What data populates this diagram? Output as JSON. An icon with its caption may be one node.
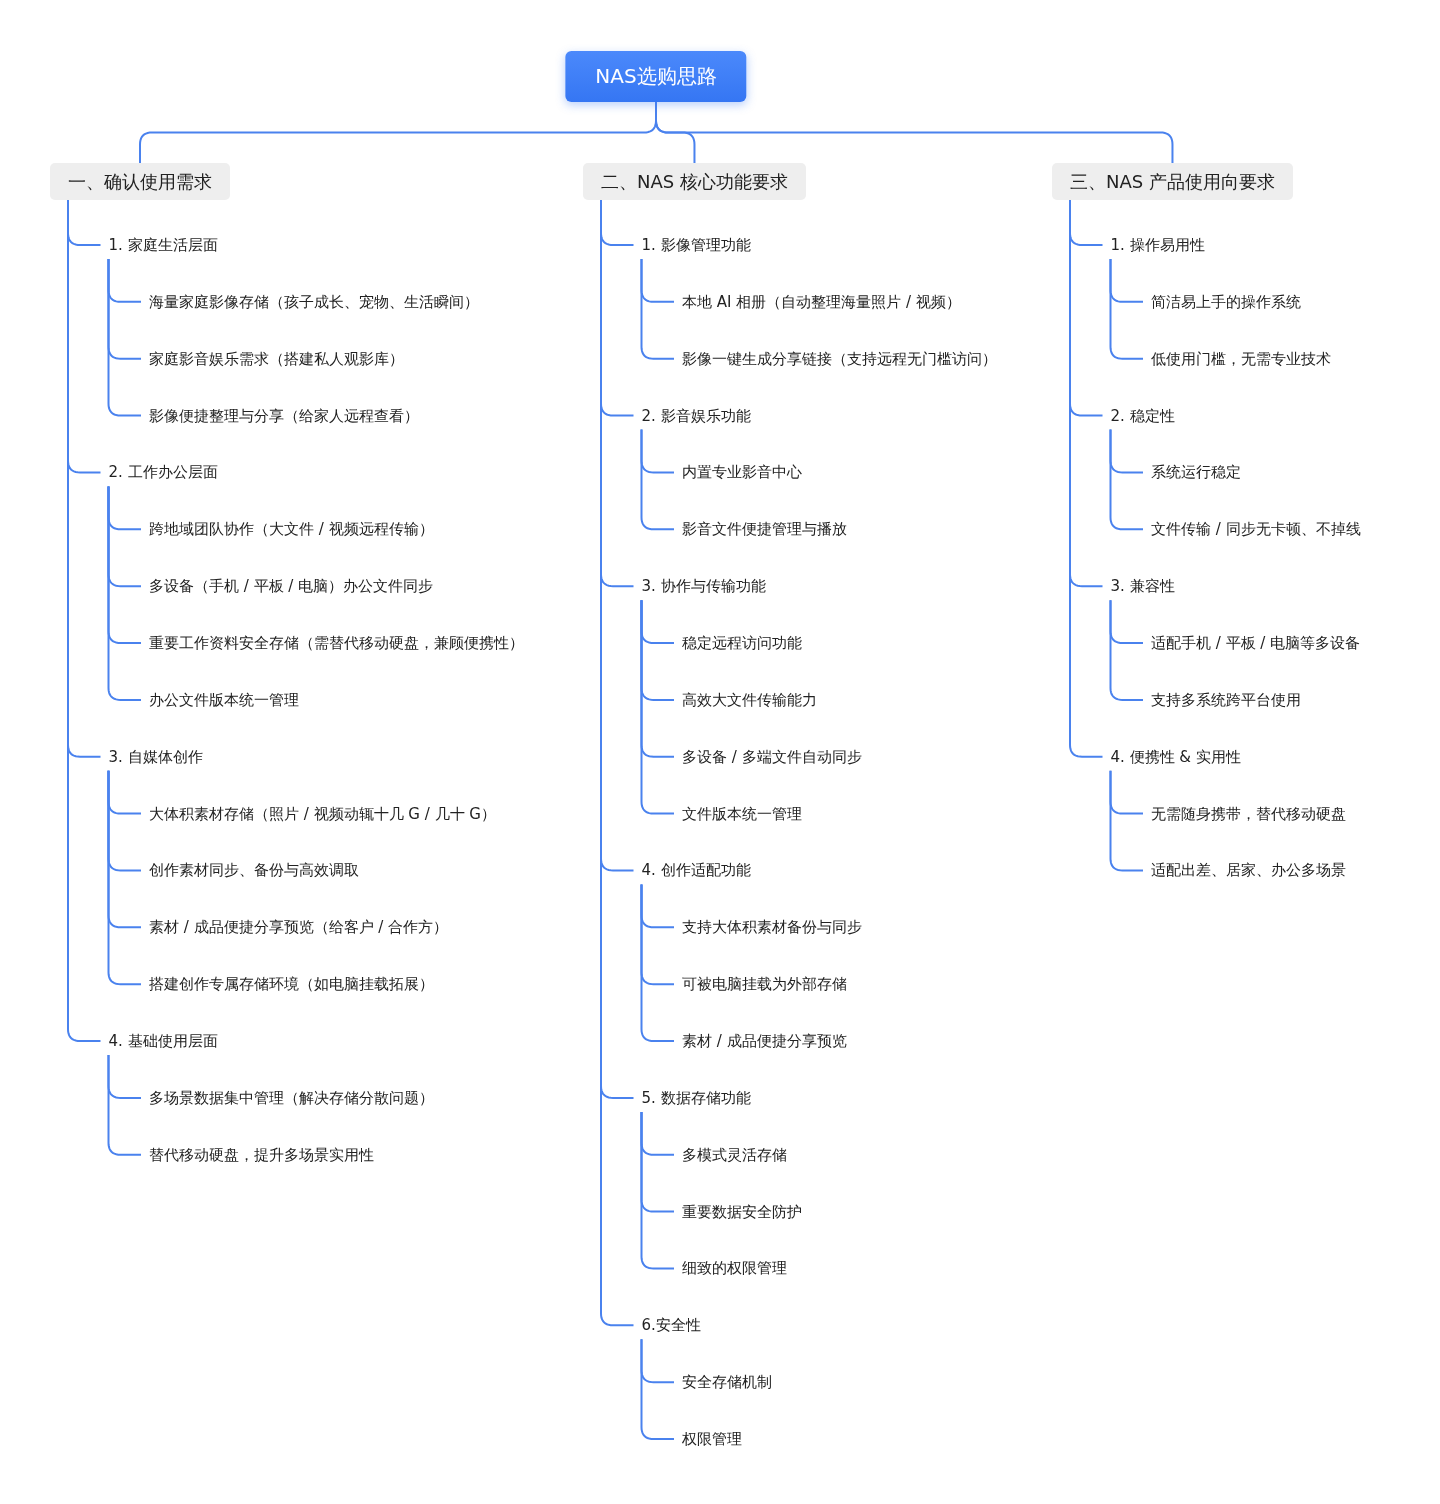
{
  "diagram": {
    "nodes": [
      {
        "text": [
          "NAS选购思路"
        ]
      },
      {
        "text": [
          "一、确认使用需求"
        ]
      },
      {
        "text": [
          "1. 家庭生活层面"
        ]
      },
      {
        "text": [
          "海量家庭影像存储（孩子成长、宠物、生活瞬间）"
        ]
      },
      {
        "text": [
          "家庭影音娱乐需求（搭建私人观影库）"
        ]
      },
      {
        "text": [
          "影像便捷整理与分享（给家人远程查看）"
        ]
      },
      {
        "text": [
          "2. 工作办公层面"
        ]
      },
      {
        "text": [
          "跨地域团队协作（大文件 / 视频远程传输）"
        ]
      },
      {
        "text": [
          "多设备（手机 / 平板 / 电脑）办公文件同步"
        ]
      },
      {
        "text": [
          "重要工作资料安全存储（需替代移动硬盘，兼顾便携性）"
        ]
      },
      {
        "text": [
          "办公文件版本统一管理"
        ]
      },
      {
        "text": [
          "3. 自媒体创作"
        ]
      },
      {
        "text": [
          "大体积素材存储（照片 / 视频动辄十几 G / 几十 G）"
        ]
      },
      {
        "text": [
          "创作素材同步、备份与高效调取"
        ]
      },
      {
        "text": [
          "素材 / 成品便捷分享预览（给客户 / 合作方）"
        ]
      },
      {
        "text": [
          "搭建创作专属存储环境（如电脑挂载拓展）"
        ]
      },
      {
        "text": [
          "4. 基础使用层面"
        ]
      },
      {
        "text": [
          "多场景数据集中管理（解决存储分散问题）"
        ]
      },
      {
        "text": [
          "替代移动硬盘，提升多场景实用性"
        ]
      },
      {
        "text": [
          "二、NAS 核心功能要求"
        ]
      },
      {
        "text": [
          "1. 影像管理功能"
        ]
      },
      {
        "text": [
          "本地 AI 相册（自动整理海量照片 / 视频）"
        ]
      },
      {
        "text": [
          "影像一键生成分享链接（支持远程无门槛访问）"
        ]
      },
      {
        "text": [
          "2. 影音娱乐功能"
        ]
      },
      {
        "text": [
          "内置专业影音中心"
        ]
      },
      {
        "text": [
          "影音文件便捷管理与播放"
        ]
      },
      {
        "text": [
          "3. 协作与传输功能"
        ]
      },
      {
        "text": [
          "稳定远程访问功能"
        ]
      },
      {
        "text": [
          "高效大文件传输能力"
        ]
      },
      {
        "text": [
          "多设备 / 多端文件自动同步"
        ]
      },
      {
        "text": [
          "文件版本统一管理"
        ]
      },
      {
        "text": [
          "4. 创作适配功能"
        ]
      },
      {
        "text": [
          "支持大体积素材备份与同步"
        ]
      },
      {
        "text": [
          "可被电脑挂载为外部存储"
        ]
      },
      {
        "text": [
          "素材 / 成品便捷分享预览"
        ]
      },
      {
        "text": [
          "5. 数据存储功能"
        ]
      },
      {
        "text": [
          "多模式灵活存储"
        ]
      },
      {
        "text": [
          "重要数据安全防护"
        ]
      },
      {
        "text": [
          "细致的权限管理"
        ]
      },
      {
        "text": [
          "6.安全性"
        ]
      },
      {
        "text": [
          "安全存储机制"
        ]
      },
      {
        "text": [
          "权限管理"
        ]
      },
      {
        "text": [
          "三、NAS 产品使用向要求"
        ]
      },
      {
        "text": [
          "1. 操作易用性"
        ]
      },
      {
        "text": [
          "简洁易上手的操作系统"
        ]
      },
      {
        "text": [
          "低使用门槛，无需专业技术"
        ]
      },
      {
        "text": [
          "2. 稳定性"
        ]
      },
      {
        "text": [
          "系统运行稳定"
        ]
      },
      {
        "text": [
          "文件传输 / 同步无卡顿、不掉线"
        ]
      },
      {
        "text": [
          "3. 兼容性"
        ]
      },
      {
        "text": [
          "适配手机 / 平板 / 电脑等多设备"
        ]
      },
      {
        "text": [
          "支持多系统跨平台使用"
        ]
      },
      {
        "text": [
          "4. 便携性 & 实用性"
        ]
      },
      {
        "text": [
          "无需随身携带，替代移动硬盘"
        ]
      },
      {
        "text": [
          "适配出差、居家、办公多场景"
        ]
      }
    ],
    "edges": [
      {
        "from": 0,
        "to": 1,
        "arrow": "none"
      },
      {
        "from": 0,
        "to": 19,
        "arrow": "none"
      },
      {
        "from": 0,
        "to": 42,
        "arrow": "none"
      },
      {
        "from": 1,
        "to": 2,
        "arrow": "none"
      },
      {
        "from": 2,
        "to": 3,
        "arrow": "none"
      },
      {
        "from": 2,
        "to": 4,
        "arrow": "none"
      },
      {
        "from": 2,
        "to": 5,
        "arrow": "none"
      },
      {
        "from": 1,
        "to": 6,
        "arrow": "none"
      },
      {
        "from": 6,
        "to": 7,
        "arrow": "none"
      },
      {
        "from": 6,
        "to": 8,
        "arrow": "none"
      },
      {
        "from": 6,
        "to": 9,
        "arrow": "none"
      },
      {
        "from": 6,
        "to": 10,
        "arrow": "none"
      },
      {
        "from": 1,
        "to": 11,
        "arrow": "none"
      },
      {
        "from": 11,
        "to": 12,
        "arrow": "none"
      },
      {
        "from": 11,
        "to": 13,
        "arrow": "none"
      },
      {
        "from": 11,
        "to": 14,
        "arrow": "none"
      },
      {
        "from": 11,
        "to": 15,
        "arrow": "none"
      },
      {
        "from": 1,
        "to": 16,
        "arrow": "none"
      },
      {
        "from": 16,
        "to": 17,
        "arrow": "none"
      },
      {
        "from": 16,
        "to": 18,
        "arrow": "none"
      },
      {
        "from": 19,
        "to": 20,
        "arrow": "none"
      },
      {
        "from": 20,
        "to": 21,
        "arrow": "none"
      },
      {
        "from": 20,
        "to": 22,
        "arrow": "none"
      },
      {
        "from": 19,
        "to": 23,
        "arrow": "none"
      },
      {
        "from": 23,
        "to": 24,
        "arrow": "none"
      },
      {
        "from": 23,
        "to": 25,
        "arrow": "none"
      },
      {
        "from": 19,
        "to": 26,
        "arrow": "none"
      },
      {
        "from": 26,
        "to": 27,
        "arrow": "none"
      },
      {
        "from": 26,
        "to": 28,
        "arrow": "none"
      },
      {
        "from": 26,
        "to": 29,
        "arrow": "none"
      },
      {
        "from": 26,
        "to": 30,
        "arrow": "none"
      },
      {
        "from": 19,
        "to": 31,
        "arrow": "none"
      },
      {
        "from": 31,
        "to": 32,
        "arrow": "none"
      },
      {
        "from": 31,
        "to": 33,
        "arrow": "none"
      },
      {
        "from": 31,
        "to": 34,
        "arrow": "none"
      },
      {
        "from": 19,
        "to": 35,
        "arrow": "none"
      },
      {
        "from": 35,
        "to": 36,
        "arrow": "none"
      },
      {
        "from": 35,
        "to": 37,
        "arrow": "none"
      },
      {
        "from": 35,
        "to": 38,
        "arrow": "none"
      },
      {
        "from": 19,
        "to": 39,
        "arrow": "none"
      },
      {
        "from": 39,
        "to": 40,
        "arrow": "none"
      },
      {
        "from": 39,
        "to": 41,
        "arrow": "none"
      },
      {
        "from": 42,
        "to": 43,
        "arrow": "none"
      },
      {
        "from": 43,
        "to": 44,
        "arrow": "none"
      },
      {
        "from": 43,
        "to": 45,
        "arrow": "none"
      },
      {
        "from": 42,
        "to": 46,
        "arrow": "none"
      },
      {
        "from": 46,
        "to": 47,
        "arrow": "none"
      },
      {
        "from": 46,
        "to": 48,
        "arrow": "none"
      },
      {
        "from": 42,
        "to": 49,
        "arrow": "none"
      },
      {
        "from": 49,
        "to": 50,
        "arrow": "none"
      },
      {
        "from": 49,
        "to": 51,
        "arrow": "none"
      },
      {
        "from": 42,
        "to": 52,
        "arrow": "none"
      },
      {
        "from": 52,
        "to": 53,
        "arrow": "none"
      },
      {
        "from": 52,
        "to": 54,
        "arrow": "none"
      }
    ]
  }
}
